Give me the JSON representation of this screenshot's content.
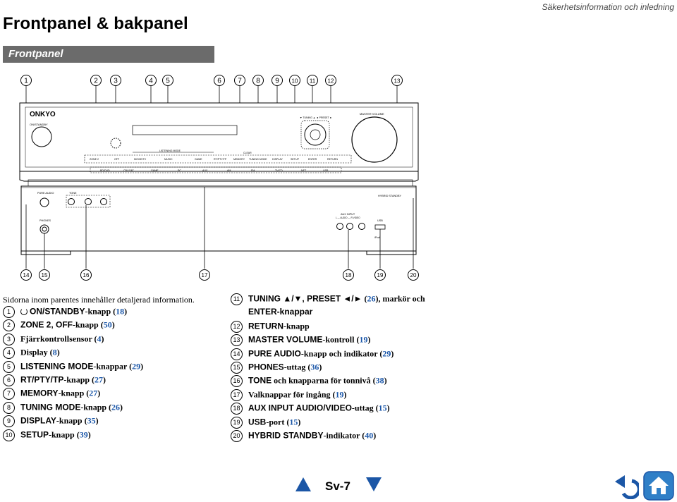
{
  "header": {
    "breadcrumb": "Säkerhetsinformation och inledning",
    "title": "Frontpanel & bakpanel",
    "section": "Frontpanel"
  },
  "panel": {
    "brand": "ONKYO",
    "on_standby": "ON/STANDBY",
    "master_volume": "MASTER VOLUME",
    "tuning_preset": "▼ TUNING ▲  ◄ PRESET ►",
    "listening_mode": "LISTENING MODE",
    "btn_row1": [
      "ZONE 2",
      "OFF",
      "MOVIE/TV",
      "MUSIC",
      "GAME",
      "RT/PTY/TP",
      "MEMORY",
      "TUNING MODE",
      "DISPLAY",
      "SETUP",
      "ENTER",
      "RETURN"
    ],
    "clear": "CLEAR",
    "btn_row2": [
      "BD/DVD",
      "CBL/SAT",
      "GAME",
      "PC",
      "AUX",
      "AM",
      "FM",
      "TV/CD",
      "NET",
      "USB"
    ],
    "pure_audio": "PURE AUDIO",
    "tone": "TONE",
    "hybrid_standby": "HYBRID STANDBY",
    "phones": "PHONES",
    "aux_input": "AUX INPUT",
    "aux_sub": "L — AUDIO — R       VIDEO",
    "usb": "USB",
    "ipod": "iPod",
    "top_nums": [
      "1",
      "2",
      "3",
      "4",
      "5",
      "6",
      "7",
      "8",
      "9",
      "10",
      "11",
      "12",
      "13"
    ],
    "bottom_nums": [
      "14",
      "15",
      "16",
      "17",
      "18",
      "19",
      "20"
    ]
  },
  "note": "Sidorna inom parentes innehåller detaljerad information.",
  "left_items": [
    {
      "n": "1",
      "t": "ON/STANDBY",
      "d": "-knapp (",
      "p": "18",
      "e": ")"
    },
    {
      "n": "2",
      "t": "ZONE 2, OFF",
      "d": "-knapp (",
      "p": "50",
      "e": ")"
    },
    {
      "n": "3",
      "t": "",
      "d": "Fjärrkontrollsensor (",
      "p": "4",
      "e": ")"
    },
    {
      "n": "4",
      "t": "",
      "d": "Display (",
      "p": "8",
      "e": ")"
    },
    {
      "n": "5",
      "t": "LISTENING MODE",
      "d": "-knappar (",
      "p": "29",
      "e": ")"
    },
    {
      "n": "6",
      "t": "RT/PTY/TP",
      "d": "-knapp (",
      "p": "27",
      "e": ")"
    },
    {
      "n": "7",
      "t": "MEMORY",
      "d": "-knapp (",
      "p": "27",
      "e": ")"
    },
    {
      "n": "8",
      "t": "TUNING MODE",
      "d": "-knapp (",
      "p": "26",
      "e": ")"
    },
    {
      "n": "9",
      "t": "DISPLAY",
      "d": "-knapp (",
      "p": "35",
      "e": ")"
    },
    {
      "n": "10",
      "t": "SETUP",
      "d": "-knapp (",
      "p": "39",
      "e": ")"
    }
  ],
  "right_items": [
    {
      "n": "11",
      "t": "TUNING ▲/▼, PRESET ◄/►",
      "d": " (",
      "p": "26",
      "e": "), markör och",
      "cont": "ENTER-knappar"
    },
    {
      "n": "12",
      "t": "RETURN",
      "d": "-knapp",
      "p": "",
      "e": ""
    },
    {
      "n": "13",
      "t": "MASTER VOLUME",
      "d": "-kontroll (",
      "p": "19",
      "e": ")"
    },
    {
      "n": "14",
      "t": "PURE AUDIO",
      "d": "-knapp och indikator (",
      "p": "29",
      "e": ")"
    },
    {
      "n": "15",
      "t": "PHONES",
      "d": "-uttag (",
      "p": "36",
      "e": ")"
    },
    {
      "n": "16",
      "t": "TONE",
      "d": " och knapparna för tonnivå (",
      "p": "38",
      "e": ")"
    },
    {
      "n": "17",
      "t": "",
      "d": "Valknappar för ingång (",
      "p": "19",
      "e": ")"
    },
    {
      "n": "18",
      "t": "AUX INPUT AUDIO/VIDEO",
      "d": "-uttag (",
      "p": "15",
      "e": ")"
    },
    {
      "n": "19",
      "t": "USB",
      "d": "-port (",
      "p": "15",
      "e": ")"
    },
    {
      "n": "20",
      "t": "HYBRID STANDBY",
      "d": "-indikator (",
      "p": "40",
      "e": ")"
    }
  ],
  "footer": {
    "page": "Sv-7"
  },
  "colors": {
    "nav_blue": "#1b56a6",
    "home_blue": "#2f7fc7",
    "link": "#1a56a8",
    "section_bar": "#6b6b6b"
  }
}
